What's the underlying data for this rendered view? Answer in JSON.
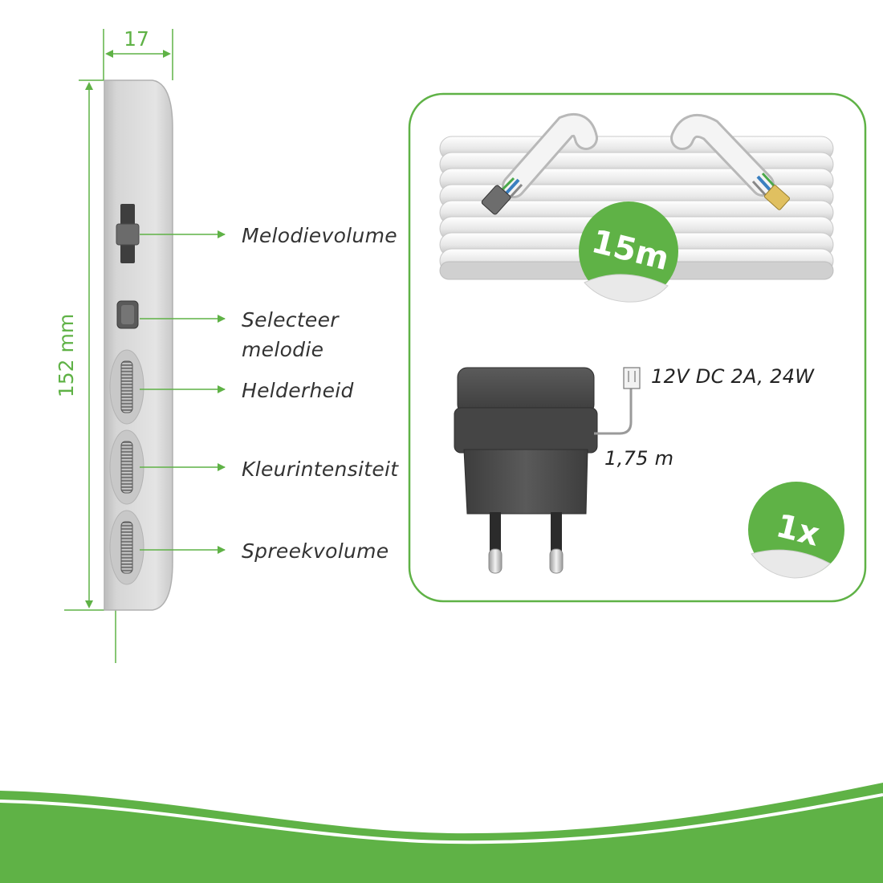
{
  "colors": {
    "accent_green": "#5fb246",
    "label_text": "#333333",
    "device_body": "#d9d9d9",
    "adapter_body": "#4a4a4a"
  },
  "dimensions": {
    "width": "17",
    "height": "152 mm"
  },
  "controls": [
    {
      "lines": [
        "Melodievolume"
      ],
      "icon": "slider"
    },
    {
      "lines": [
        "Selecteer",
        "melodie"
      ],
      "icon": "push-button"
    },
    {
      "lines": [
        "Helderheid"
      ],
      "icon": "thumbwheel"
    },
    {
      "lines": [
        "Kleurintensiteit"
      ],
      "icon": "thumbwheel"
    },
    {
      "lines": [
        "Spreekvolume"
      ],
      "icon": "thumbwheel"
    }
  ],
  "accessories": {
    "cable": {
      "badge": "15m",
      "icon": "coiled-cable-icon"
    },
    "adapter": {
      "spec": "12V DC 2A, 24W",
      "cable_length": "1,75 m",
      "badge": "1x",
      "icon": "power-adapter-icon"
    }
  }
}
